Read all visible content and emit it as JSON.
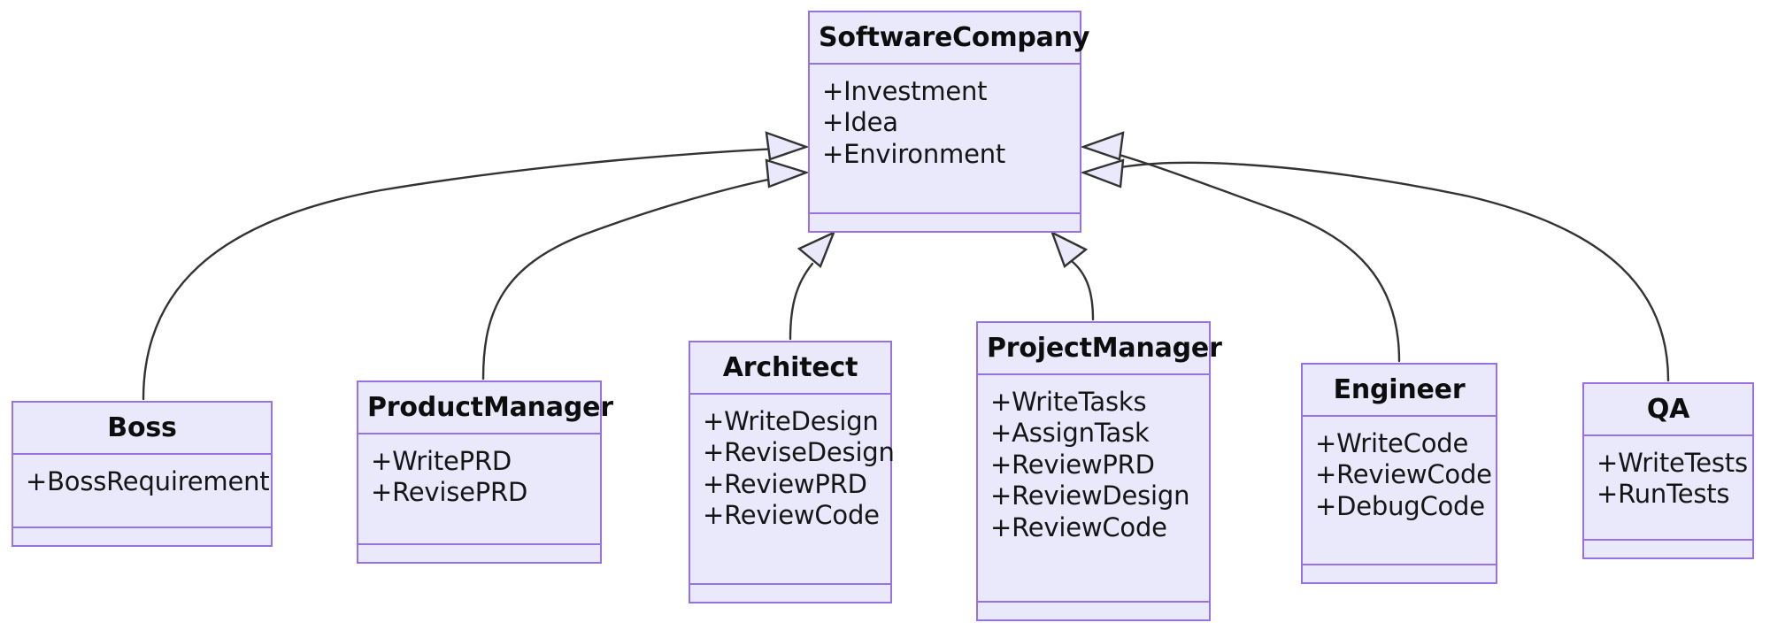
{
  "diagram": {
    "type": "uml-class-diagram",
    "title": "SoftwareCompany Roles Class Diagram",
    "relationship_type": "generalization",
    "colors": {
      "class_fill": "#e9e9fb",
      "class_border": "#9673e0",
      "divider": "#9673e0",
      "text": "#0d0d0d",
      "edge_stroke": "#333333",
      "arrow_fill": "#e9e9fb",
      "background": "#ffffff"
    },
    "classes": [
      {
        "id": "software-company",
        "name": "SoftwareCompany",
        "attributes": [
          "+Investment",
          "+Idea",
          "+Environment"
        ],
        "methods": []
      },
      {
        "id": "boss",
        "name": "Boss",
        "attributes": [
          "+BossRequirement"
        ],
        "methods": []
      },
      {
        "id": "product-manager",
        "name": "ProductManager",
        "attributes": [
          "+WritePRD",
          "+RevisePRD"
        ],
        "methods": []
      },
      {
        "id": "architect",
        "name": "Architect",
        "attributes": [
          "+WriteDesign",
          "+ReviseDesign",
          "+ReviewPRD",
          "+ReviewCode"
        ],
        "methods": []
      },
      {
        "id": "project-manager",
        "name": "ProjectManager",
        "attributes": [
          "+WriteTasks",
          "+AssignTask",
          "+ReviewPRD",
          "+ReviewDesign",
          "+ReviewCode"
        ],
        "methods": []
      },
      {
        "id": "engineer",
        "name": "Engineer",
        "attributes": [
          "+WriteCode",
          "+ReviewCode",
          "+DebugCode"
        ],
        "methods": []
      },
      {
        "id": "qa",
        "name": "QA",
        "attributes": [
          "+WriteTests",
          "+RunTests"
        ],
        "methods": []
      }
    ],
    "edges": [
      {
        "from": "boss",
        "to": "software-company",
        "kind": "inheritance"
      },
      {
        "from": "product-manager",
        "to": "software-company",
        "kind": "inheritance"
      },
      {
        "from": "architect",
        "to": "software-company",
        "kind": "inheritance"
      },
      {
        "from": "project-manager",
        "to": "software-company",
        "kind": "inheritance"
      },
      {
        "from": "engineer",
        "to": "software-company",
        "kind": "inheritance"
      },
      {
        "from": "qa",
        "to": "software-company",
        "kind": "inheritance"
      }
    ]
  }
}
